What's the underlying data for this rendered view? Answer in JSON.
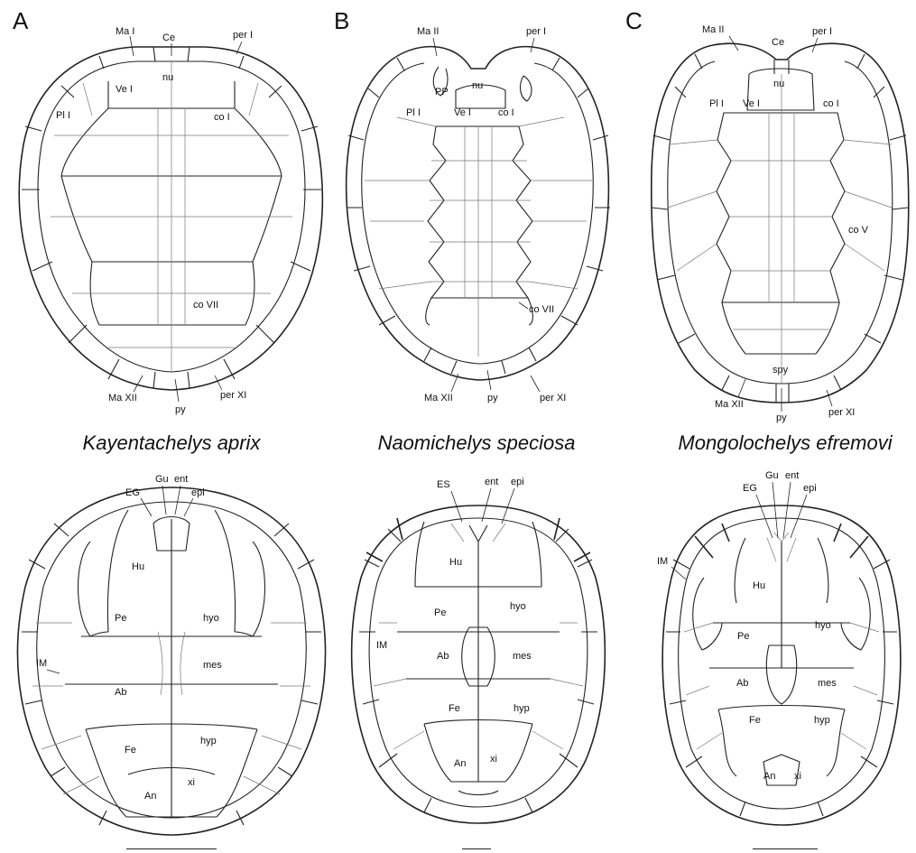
{
  "panels": [
    {
      "letter": "A",
      "species": "Kayentachelys aprix",
      "carapace_labels": {
        "mai": "Ma I",
        "ce": "Ce",
        "peri": "per I",
        "nu": "nu",
        "vei": "Ve I",
        "pli": "Pl I",
        "coi": "co I",
        "cov": "co VII",
        "maxii": "Ma XII",
        "py": "py",
        "perxi": "per XI"
      },
      "plastron_labels": {
        "eg": "EG",
        "gu": "Gu",
        "ent": "ent",
        "epi": "epi",
        "hu": "Hu",
        "pe": "Pe",
        "hyo": "hyo",
        "im": "IM",
        "mes": "mes",
        "ab": "Ab",
        "fe": "Fe",
        "hyp": "hyp",
        "an": "An",
        "xi": "xi"
      }
    },
    {
      "letter": "B",
      "species": "Naomichelys speciosa",
      "carapace_labels": {
        "maii": "Ma II",
        "peri": "per I",
        "pp": "PP",
        "nu": "nu",
        "pli": "Pl I",
        "vei": "Ve I",
        "coi": "co I",
        "covii": "co VII",
        "maxii": "Ma XII",
        "py": "py",
        "perxi": "per XI"
      },
      "plastron_labels": {
        "es": "ES",
        "ent": "ent",
        "epi": "epi",
        "hu": "Hu",
        "pe": "Pe",
        "hyo": "hyo",
        "im": "IM",
        "ab": "Ab",
        "mes": "mes",
        "fe": "Fe",
        "hyp": "hyp",
        "an": "An",
        "xi": "xi"
      }
    },
    {
      "letter": "C",
      "species": "Mongolochelys efremovi",
      "carapace_labels": {
        "maii": "Ma II",
        "ce": "Ce",
        "peri": "per I",
        "nu": "nu",
        "pli": "Pl I",
        "vei": "Ve I",
        "coi": "co I",
        "cov": "co V",
        "spy": "spy",
        "maxii": "Ma XII",
        "py": "py",
        "perxi": "per XI"
      },
      "plastron_labels": {
        "gu": "Gu",
        "ent": "ent",
        "eg": "EG",
        "epi": "epi",
        "im": "IM",
        "hu": "Hu",
        "pe": "Pe",
        "hyo": "hyo",
        "ab": "Ab",
        "mes": "mes",
        "fe": "Fe",
        "hyp": "hyp",
        "an": "An",
        "xi": "xi"
      }
    }
  ]
}
